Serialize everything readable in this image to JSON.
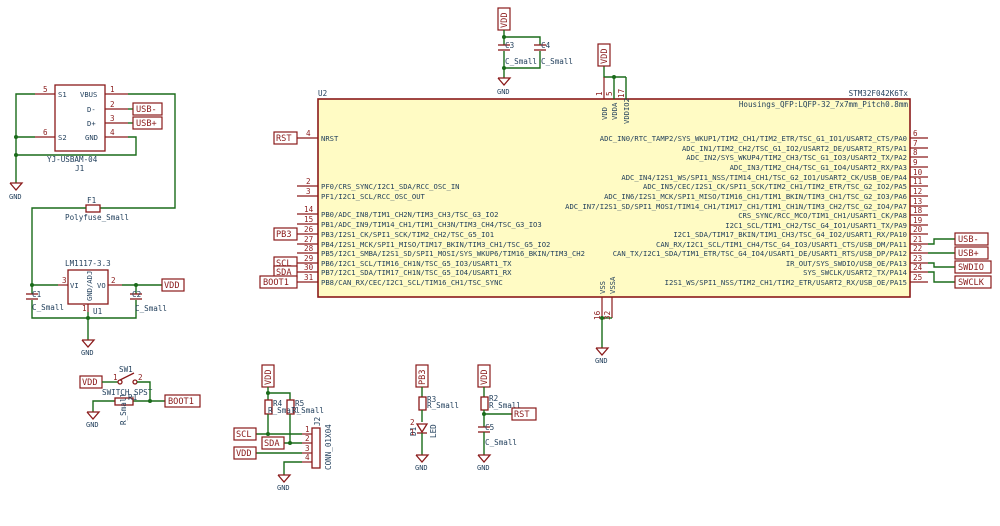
{
  "mcu": {
    "ref": "U2",
    "part": "STM32F042K6Tx",
    "footprint": "Housings_QFP:LQFP-32_7x7mm_Pitch0.8mm",
    "power_pins": [
      {
        "name": "VDD",
        "num": "1"
      },
      {
        "name": "VDDA",
        "num": "5"
      },
      {
        "name": "VDDIO2",
        "num": "17"
      }
    ],
    "ground_pins": [
      {
        "name": "VSS",
        "num": "16"
      },
      {
        "name": "VSSA",
        "num": "32"
      }
    ],
    "left_pins": [
      {
        "name": "NRST",
        "num": "4"
      },
      {
        "name": "PF0/CRS_SYNC/I2C1_SDA/RCC_OSC_IN",
        "num": "2"
      },
      {
        "name": "PF1/I2C1_SCL/RCC_OSC_OUT",
        "num": "3"
      },
      {
        "name": "PB0/ADC_IN8/TIM1_CH2N/TIM3_CH3/TSC_G3_IO2",
        "num": "14"
      },
      {
        "name": "PB1/ADC_IN9/TIM14_CH1/TIM1_CH3N/TIM3_CH4/TSC_G3_IO3",
        "num": "15"
      },
      {
        "name": "PB3/I2S1_CK/SPI1_SCK/TIM2_CH2/TSC_G5_IO1",
        "num": "26"
      },
      {
        "name": "PB4/I2S1_MCK/SPI1_MISO/TIM17_BKIN/TIM3_CH1/TSC_G5_IO2",
        "num": "27"
      },
      {
        "name": "PB5/I2C1_SMBA/I2S1_SD/SPI1_MOSI/SYS_WKUP6/TIM16_BKIN/TIM3_CH2",
        "num": "28"
      },
      {
        "name": "PB6/I2C1_SCL/TIM16_CH1N/TSC_G5_IO3/USART1_TX",
        "num": "29"
      },
      {
        "name": "PB7/I2C1_SDA/TIM17_CH1N/TSC_G5_IO4/USART1_RX",
        "num": "30"
      },
      {
        "name": "PB8/CAN_RX/CEC/I2C1_SCL/TIM16_CH1/TSC_SYNC",
        "num": "31"
      }
    ],
    "right_pins": [
      {
        "name": "ADC_IN0/RTC_TAMP2/SYS_WKUP1/TIM2_CH1/TIM2_ETR/TSC_G1_IO1/USART2_CTS/PA0",
        "num": "6"
      },
      {
        "name": "ADC_IN1/TIM2_CH2/TSC_G1_IO2/USART2_DE/USART2_RTS/PA1",
        "num": "7"
      },
      {
        "name": "ADC_IN2/SYS_WKUP4/TIM2_CH3/TSC_G1_IO3/USART2_TX/PA2",
        "num": "8"
      },
      {
        "name": "ADC_IN3/TIM2_CH4/TSC_G1_IO4/USART2_RX/PA3",
        "num": "9"
      },
      {
        "name": "ADC_IN4/I2S1_WS/SPI1_NSS/TIM14_CH1/TSC_G2_IO1/USART2_CK/USB_OE/PA4",
        "num": "10"
      },
      {
        "name": "ADC_IN5/CEC/I2S1_CK/SPI1_SCK/TIM2_CH1/TIM2_ETR/TSC_G2_IO2/PA5",
        "num": "11"
      },
      {
        "name": "ADC_IN6/I2S1_MCK/SPI1_MISO/TIM16_CH1/TIM1_BKIN/TIM3_CH1/TSC_G2_IO3/PA6",
        "num": "12"
      },
      {
        "name": "ADC_IN7/I2S1_SD/SPI1_MOSI/TIM14_CH1/TIM17_CH1/TIM1_CH1N/TIM3_CH2/TSC_G2_IO4/PA7",
        "num": "13"
      },
      {
        "name": "CRS_SYNC/RCC_MCO/TIM1_CH1/USART1_CK/PA8",
        "num": "18"
      },
      {
        "name": "I2C1_SCL/TIM1_CH2/TSC_G4_IO1/USART1_TX/PA9",
        "num": "19"
      },
      {
        "name": "I2C1_SDA/TIM17_BKIN/TIM1_CH3/TSC_G4_IO2/USART1_RX/PA10",
        "num": "20"
      },
      {
        "name": "CAN_RX/I2C1_SCL/TIM1_CH4/TSC_G4_IO3/USART1_CTS/USB_DM/PA11",
        "num": "21"
      },
      {
        "name": "CAN_TX/I2C1_SDA/TIM1_ETR/TSC_G4_IO4/USART1_DE/USART1_RTS/USB_DP/PA12",
        "num": "22"
      },
      {
        "name": "IR_OUT/SYS_SWDIO/USB_OE/PA13",
        "num": "23"
      },
      {
        "name": "SYS_SWCLK/USART2_TX/PA14",
        "num": "24"
      },
      {
        "name": "I2S1_WS/SPI1_NSS/TIM2_CH1/TIM2_ETR/USART2_RX/USB_OE/PA15",
        "num": "25"
      }
    ]
  },
  "usb_conn": {
    "ref": "J1",
    "part": "YJ-USBAM-04",
    "pins": [
      {
        "name": "S1",
        "num": "5"
      },
      {
        "name": "S2",
        "num": "6"
      },
      {
        "name": "VBUS",
        "num": "1"
      },
      {
        "name": "D-",
        "num": "2"
      },
      {
        "name": "D+",
        "num": "3"
      },
      {
        "name": "GND",
        "num": "4"
      }
    ]
  },
  "fuse": {
    "ref": "F1",
    "value": "Polyfuse_Small"
  },
  "regulator": {
    "ref": "U1",
    "part": "LM1117-3.3",
    "pins": [
      {
        "name": "VI",
        "num": "3"
      },
      {
        "name": "VO",
        "num": "2"
      },
      {
        "name": "GND/ADJ",
        "num": "1"
      }
    ]
  },
  "capacitors": [
    {
      "ref": "C1",
      "value": "C_Small"
    },
    {
      "ref": "C2",
      "value": "C_Small"
    },
    {
      "ref": "C3",
      "value": "C_Small"
    },
    {
      "ref": "C4",
      "value": "C_Small"
    },
    {
      "ref": "C5",
      "value": "C_Small"
    }
  ],
  "switch": {
    "ref": "SW1",
    "value": "SWITCH_SPST",
    "pins": [
      "1",
      "2"
    ]
  },
  "resistors": [
    {
      "ref": "R1",
      "value": "R_Small"
    },
    {
      "ref": "R2",
      "value": "R_Small"
    },
    {
      "ref": "R3",
      "value": "R_Small"
    },
    {
      "ref": "R4",
      "value": "R_Small"
    },
    {
      "ref": "R5",
      "value": "R_Small"
    }
  ],
  "led": {
    "ref": "D1",
    "value": "LED",
    "pins": [
      "1",
      "2"
    ]
  },
  "header": {
    "ref": "J2",
    "value": "CONN_01X04",
    "pins": [
      "1",
      "2",
      "3",
      "4"
    ]
  },
  "power": {
    "vdd": "VDD",
    "gnd": "GND"
  },
  "nets": {
    "rst": "RST",
    "pb3": "PB3",
    "scl": "SCL",
    "sda": "SDA",
    "boot1": "BOOT1",
    "usb_dm": "USB-",
    "usb_dp": "USB+",
    "swdio": "SWDIO",
    "swclk": "SWCLK"
  },
  "colors": {
    "wire": "#1a6b1a",
    "component": "#8a1a1a",
    "ic_fill": "#fffbc4",
    "text": "#1f3d5a"
  }
}
